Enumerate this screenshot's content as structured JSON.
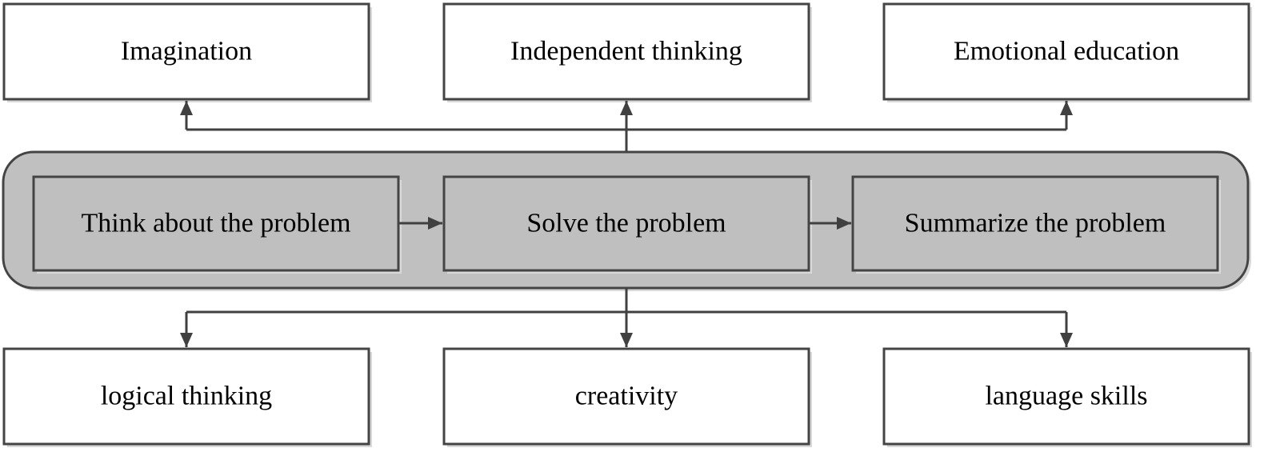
{
  "outcomes_top": [
    "Imagination",
    "Independent thinking",
    "Emotional education"
  ],
  "process_steps": [
    "Think about the problem",
    "Solve the problem",
    "Summarize the problem"
  ],
  "outcomes_bottom": [
    "logical thinking",
    "creativity",
    "language skills"
  ],
  "colors": {
    "band_fill": "#c0c0c0",
    "step_fill": "#bfbfbf",
    "outcome_fill": "#ffffff",
    "stroke": "#444444"
  }
}
